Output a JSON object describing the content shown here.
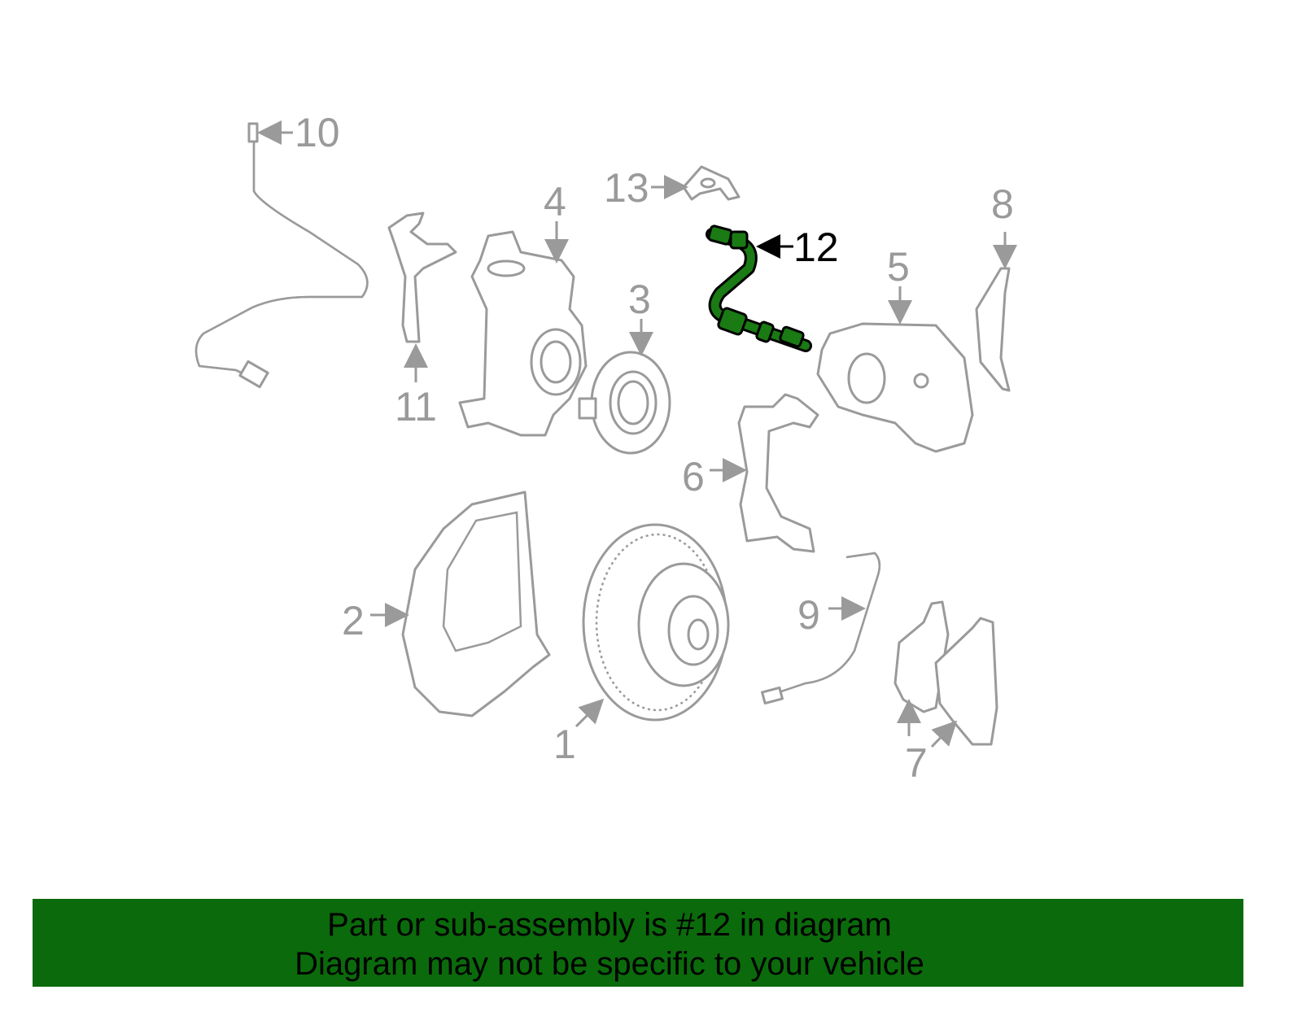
{
  "diagram": {
    "highlight_color": "#1a7a14",
    "selected_part": "12",
    "callouts": [
      "1",
      "2",
      "3",
      "4",
      "5",
      "6",
      "7",
      "8",
      "9",
      "10",
      "11",
      "12",
      "13"
    ]
  },
  "banner": {
    "line1": "Part or sub-assembly is #12 in diagram",
    "line2": "Diagram may not be specific to your vehicle",
    "background": "#0b6a0b"
  }
}
